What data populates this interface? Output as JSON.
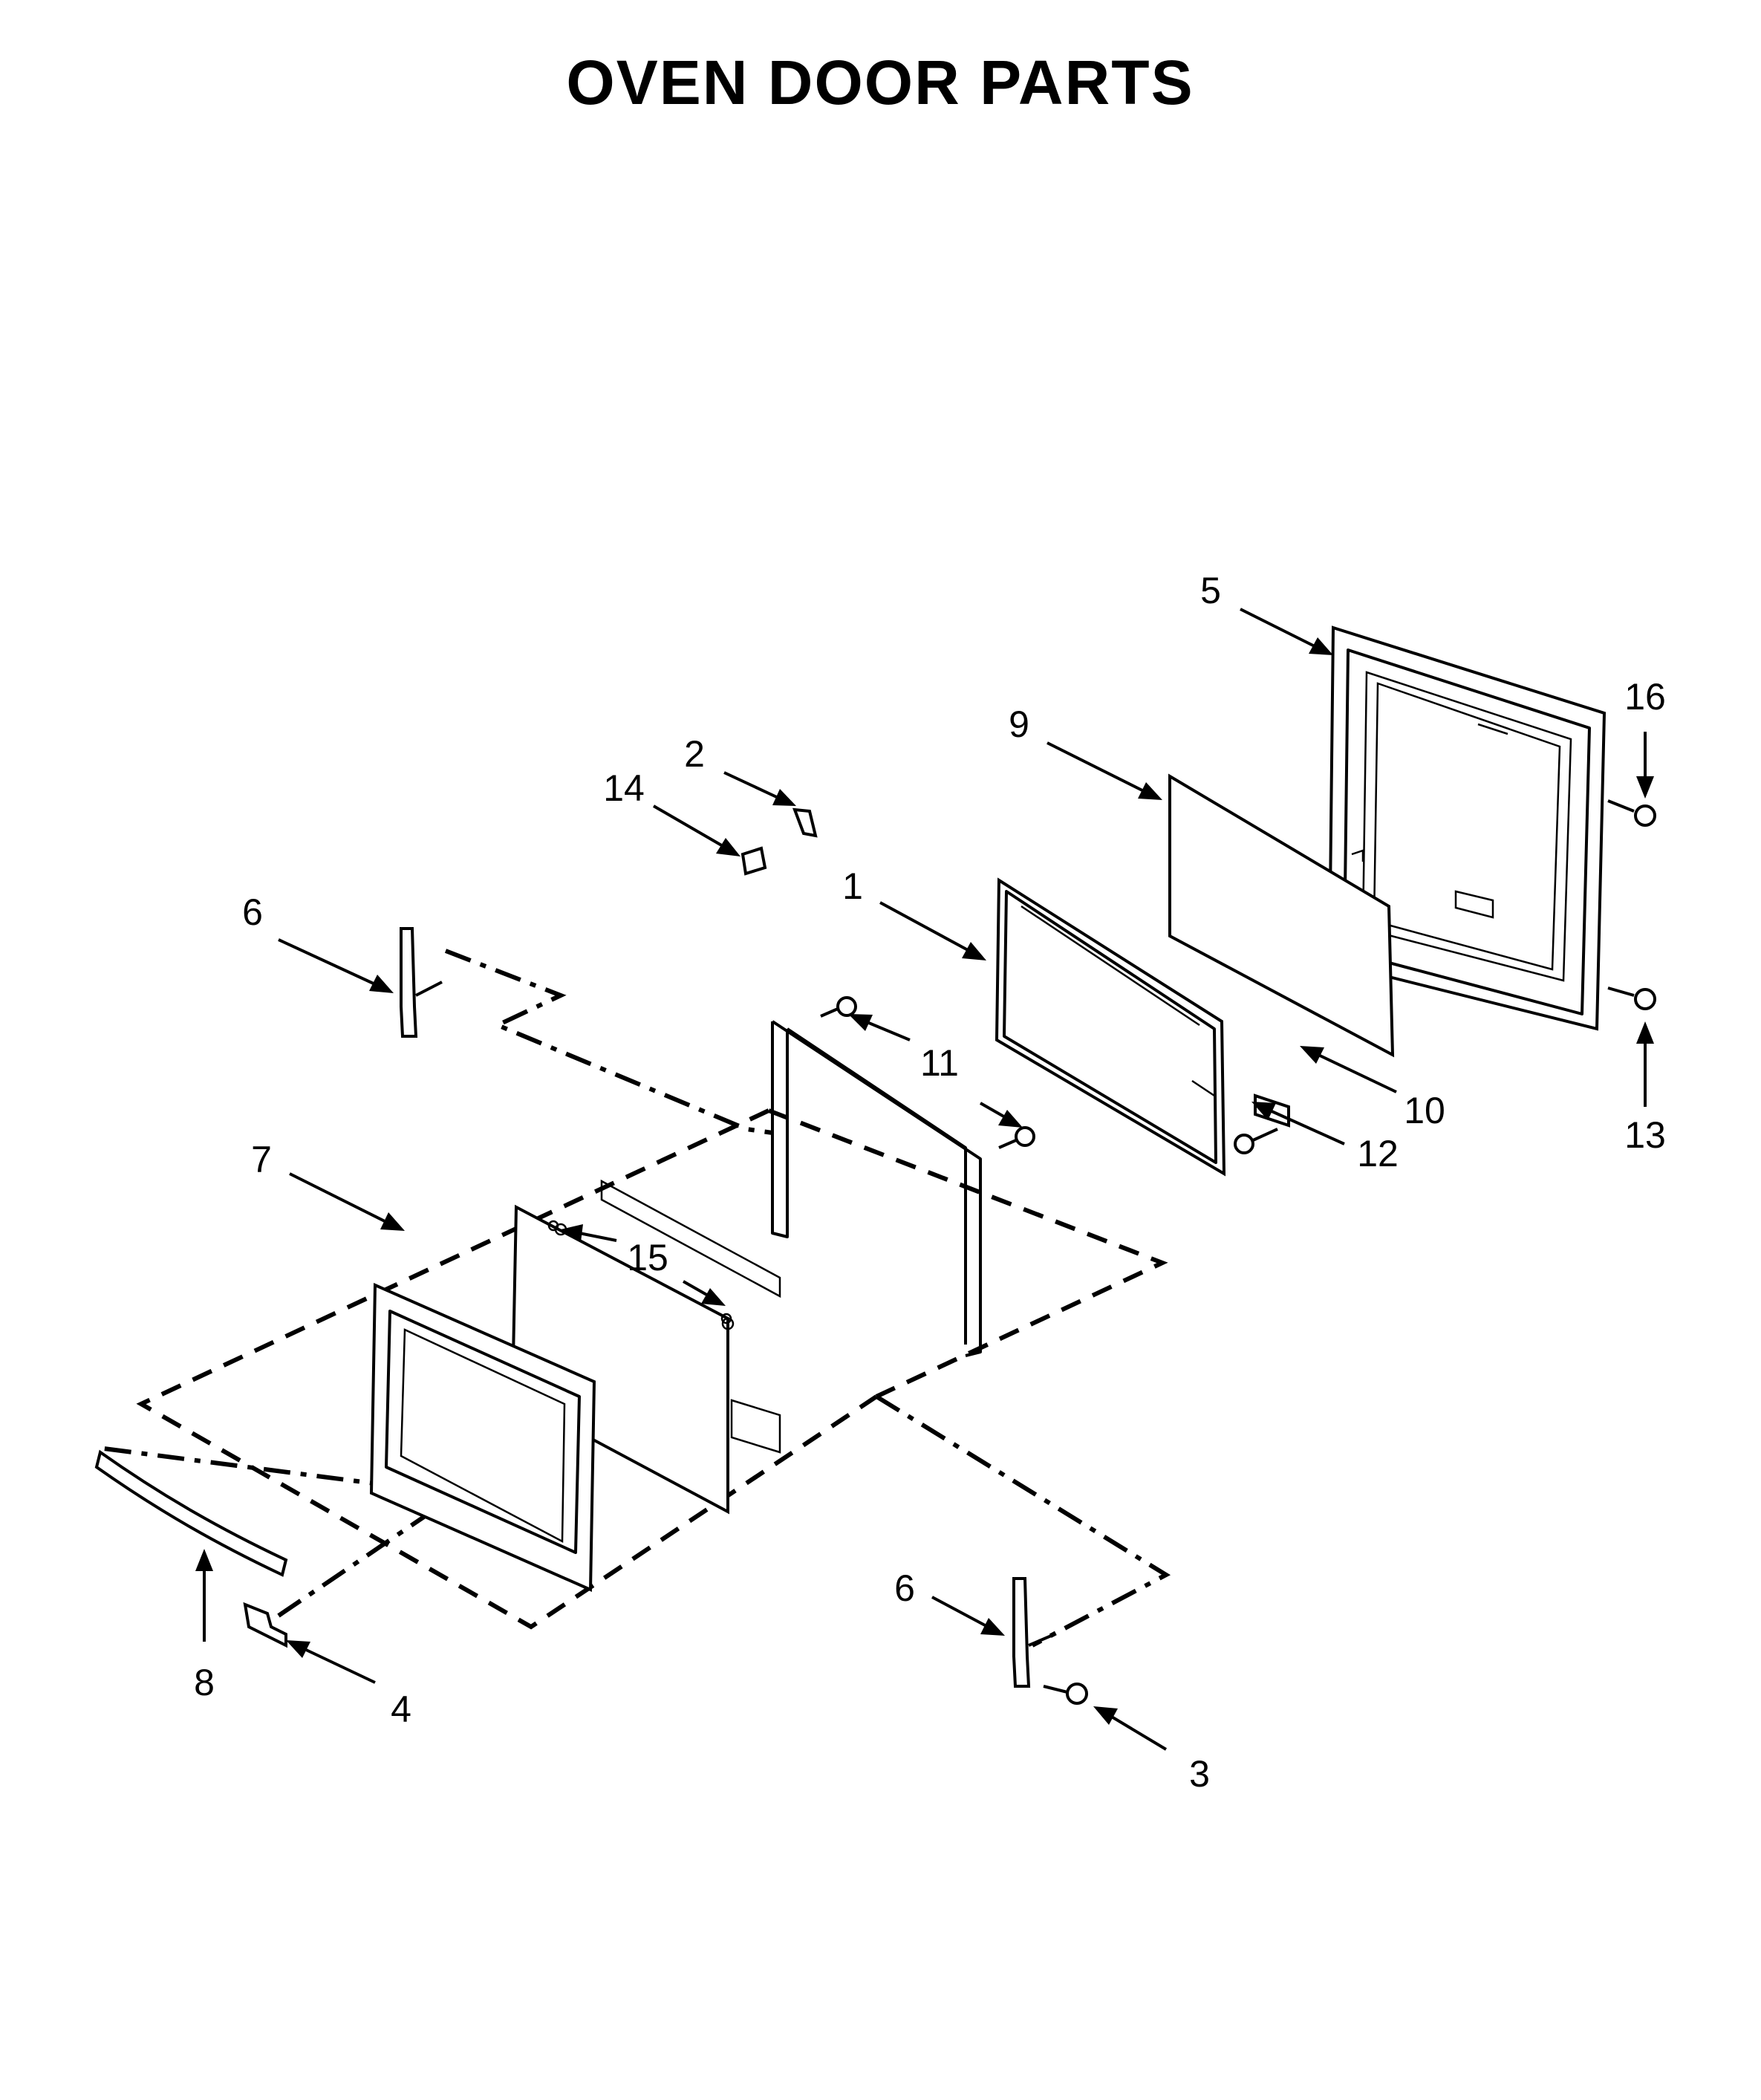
{
  "title": "OVEN DOOR PARTS",
  "callouts": [
    {
      "id": "1",
      "label": "1"
    },
    {
      "id": "2",
      "label": "2"
    },
    {
      "id": "3",
      "label": "3"
    },
    {
      "id": "4",
      "label": "4"
    },
    {
      "id": "5",
      "label": "5"
    },
    {
      "id": "6a",
      "label": "6"
    },
    {
      "id": "6b",
      "label": "6"
    },
    {
      "id": "7",
      "label": "7"
    },
    {
      "id": "8",
      "label": "8"
    },
    {
      "id": "9",
      "label": "9"
    },
    {
      "id": "10",
      "label": "10"
    },
    {
      "id": "11",
      "label": "11"
    },
    {
      "id": "12",
      "label": "12"
    },
    {
      "id": "13",
      "label": "13"
    },
    {
      "id": "14",
      "label": "14"
    },
    {
      "id": "15",
      "label": "15"
    },
    {
      "id": "16",
      "label": "16"
    }
  ]
}
